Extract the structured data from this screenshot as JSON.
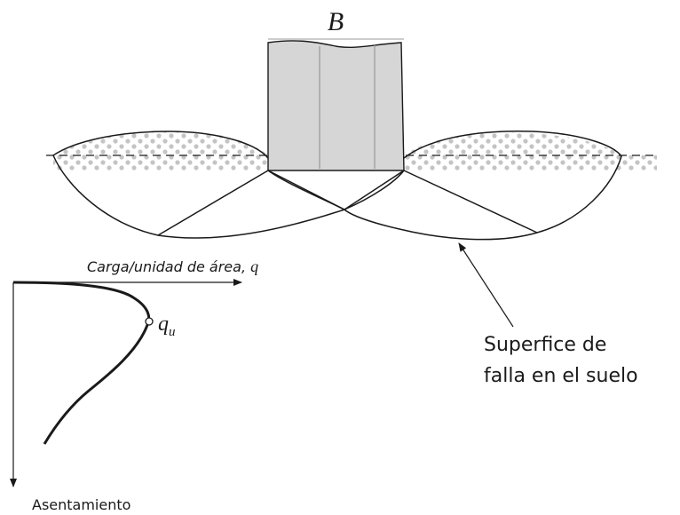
{
  "footing": {
    "width_label": "B"
  },
  "failure_surface": {
    "label_line1": "Superfice de",
    "label_line2": "falla en el suelo"
  },
  "load_curve": {
    "x_axis_label_prefix": "Carga/unidad de área, ",
    "x_axis_symbol": "q",
    "y_axis_label": "Asentamiento",
    "ultimate_symbol": "q",
    "ultimate_subscript": "u"
  },
  "colors": {
    "ink": "#1a1a1a",
    "footing_fill": "#d9d9d9",
    "soil_dots": "#bdbdbd",
    "line_gray": "#555555"
  }
}
